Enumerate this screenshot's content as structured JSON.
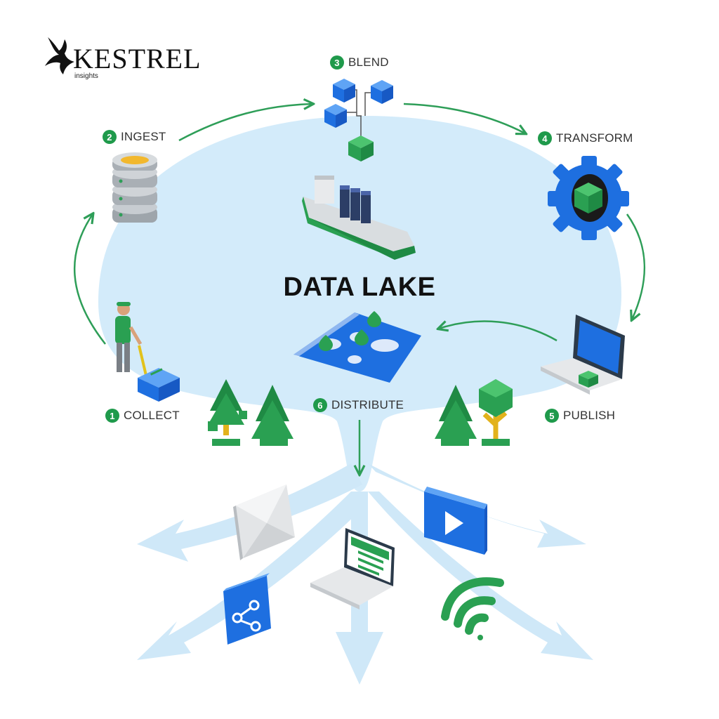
{
  "logo": {
    "name": "KESTREL",
    "tagline": "insights"
  },
  "lake_title": "DATA LAKE",
  "steps": [
    {
      "number": "1",
      "label": "COLLECT"
    },
    {
      "number": "2",
      "label": "INGEST"
    },
    {
      "number": "3",
      "label": "BLEND"
    },
    {
      "number": "4",
      "label": "TRANSFORM"
    },
    {
      "number": "5",
      "label": "PUBLISH"
    },
    {
      "number": "6",
      "label": "DISTRIBUTE"
    }
  ],
  "colors": {
    "lake": "#d3ebfa",
    "step_badge": "#1f9a4b",
    "arrow": "#2e9e58",
    "brand_blue": "#1e6fe0",
    "brand_green": "#2db352"
  },
  "icons": [
    "worker-with-box",
    "database-stack",
    "blend-cubes",
    "gear-box",
    "cargo-ship",
    "world-map",
    "laptop-publish",
    "envelope",
    "share",
    "laptop",
    "video-play",
    "wifi",
    "trees"
  ]
}
